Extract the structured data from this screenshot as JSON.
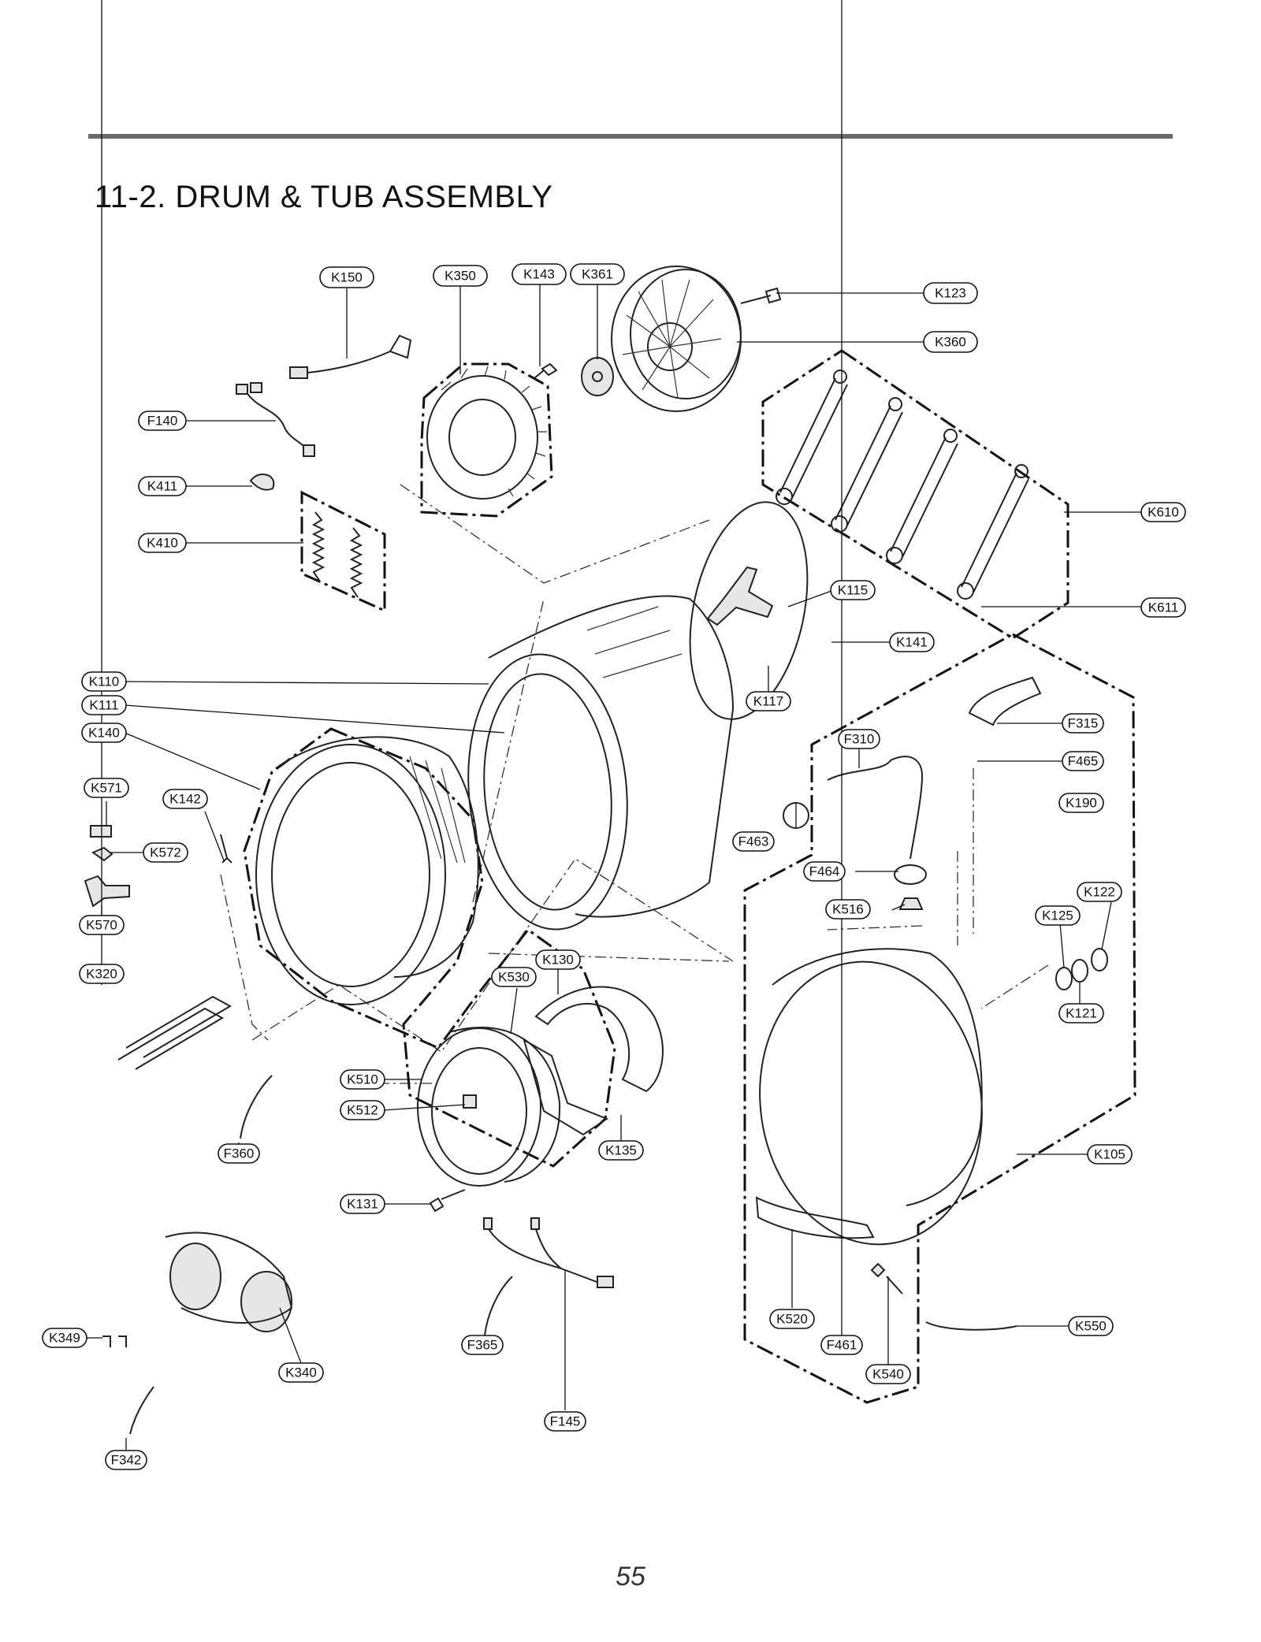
{
  "title": "11-2. DRUM & TUB ASSEMBLY",
  "page_number": "55",
  "part_labels": [
    "K150",
    "K350",
    "K143",
    "K361",
    "K123",
    "K360",
    "F140",
    "K411",
    "K410",
    "K610",
    "K115",
    "K611",
    "K141",
    "K110",
    "K111",
    "K117",
    "K140",
    "F315",
    "F310",
    "F465",
    "K571",
    "K142",
    "K190",
    "K572",
    "F463",
    "F464",
    "K122",
    "K516",
    "K125",
    "K570",
    "K130",
    "K530",
    "K320",
    "K121",
    "K510",
    "K512",
    "F360",
    "K135",
    "K105",
    "K131",
    "K520",
    "K550",
    "F461",
    "K349",
    "F365",
    "K540",
    "K340",
    "F145",
    "F342"
  ]
}
